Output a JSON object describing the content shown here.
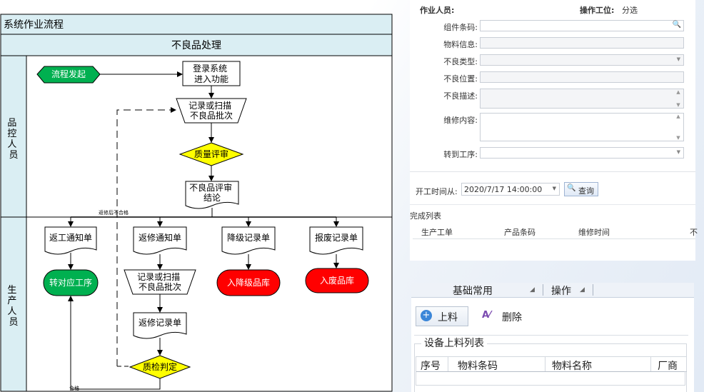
{
  "flowchart": {
    "title": "系统作业流程",
    "subtitle": "不良品处理",
    "lanes": [
      {
        "label": "品控人员"
      },
      {
        "label": "生产人员"
      }
    ],
    "nodes": {
      "start": "流程发起",
      "login": [
        "登录系统",
        "进入功能"
      ],
      "record_scan_1": [
        "记录或扫描",
        "不良品批次"
      ],
      "quality_review": "质量评审",
      "review_conclusion": [
        "不良品评审",
        "结论"
      ],
      "rework_notice": "返工通知单",
      "repair_notice": "返修通知单",
      "downgrade_record": "降级记录单",
      "scrap_record": "报废记录单",
      "to_process": "转对应工序",
      "record_scan_2": [
        "记录或扫描",
        "不良品批次"
      ],
      "downgrade_store": "入降级品库",
      "scrap_store": "入废品库",
      "repair_record": "返修记录单",
      "qc_judge": "质检判定"
    },
    "edge_labels": {
      "repair_fail": "返修后不合格",
      "pass": "合格"
    }
  },
  "form": {
    "operator_label": "作业人员:",
    "operator_value": "",
    "station_label": "操作工位:",
    "station_value": "分选",
    "fields": [
      {
        "label": "组件条码:",
        "value": ""
      },
      {
        "label": "物料信息:",
        "value": ""
      },
      {
        "label": "不良类型:",
        "value": ""
      },
      {
        "label": "不良位置:",
        "value": ""
      },
      {
        "label": "不良描述:",
        "value": ""
      },
      {
        "label": "维修内容:",
        "value": ""
      },
      {
        "label": "转到工序:",
        "value": ""
      }
    ],
    "start_time_label": "开工时间从:",
    "start_time_value": "2020/7/17 14:00:00",
    "query_label": "查询",
    "completed_list_label": "完成列表",
    "grid_columns": [
      "生产工单",
      "产品条码",
      "维修时间",
      "不"
    ]
  },
  "toolbar": {
    "tabs": [
      "基础常用",
      "操作"
    ],
    "load_button": "上料",
    "delete_button": "删除",
    "group_title": "设备上料列表",
    "grid_columns": [
      "序号",
      "物料条码",
      "物料名称",
      "厂商"
    ]
  },
  "colors": {
    "header_bg": "#daeef3",
    "lane_bg": "#daeef3",
    "start_green": "#00b050",
    "decision_yellow": "#ffff00",
    "terminal_red": "#ff0000",
    "accent_blue": "#2e6bb5"
  }
}
